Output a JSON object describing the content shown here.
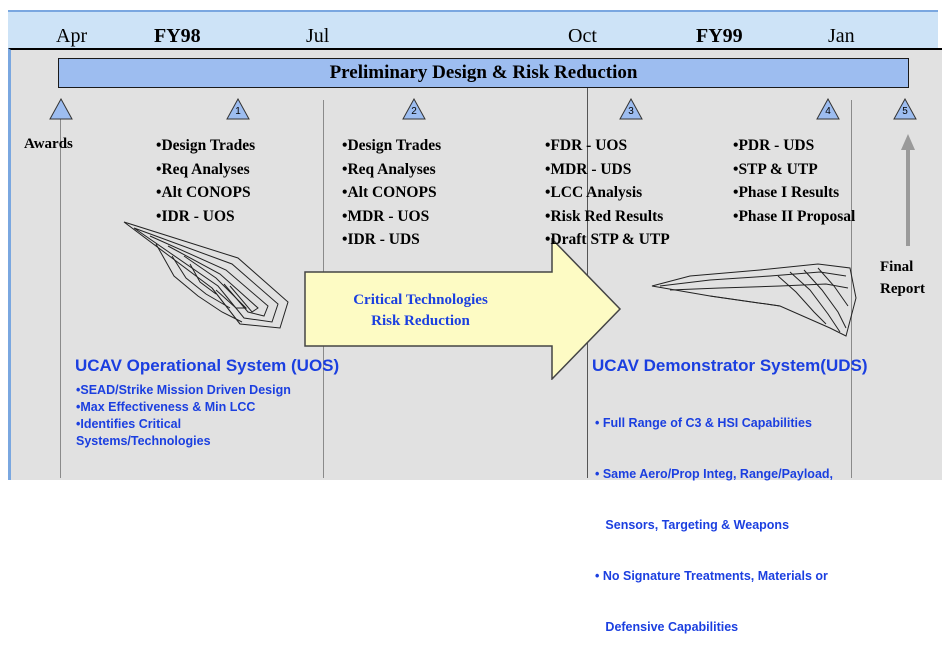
{
  "header": {
    "labels": [
      "Apr",
      "FY98",
      "Jul",
      "Oct",
      "FY99",
      "Jan"
    ]
  },
  "banner": {
    "title": "Preliminary Design & Risk Reduction"
  },
  "milestones": [
    "1",
    "2",
    "3",
    "4",
    "5"
  ],
  "awards_label": "Awards",
  "final_report": {
    "line1": "Final",
    "line2": "Report"
  },
  "columns": [
    {
      "items": [
        "Design Trades",
        "Req Analyses",
        "Alt CONOPS",
        "IDR - UOS"
      ]
    },
    {
      "items": [
        "Design Trades",
        "Req Analyses",
        "Alt CONOPS",
        "MDR - UOS",
        "IDR - UDS"
      ]
    },
    {
      "items": [
        "FDR - UOS",
        "MDR - UDS",
        "LCC Analysis",
        "Risk Red Results",
        "Draft STP & UTP"
      ]
    },
    {
      "items": [
        "PDR - UDS",
        "STP & UTP",
        "Phase I Results",
        "Phase II Proposal"
      ]
    }
  ],
  "arrow": {
    "line1": "Critical Technologies",
    "line2": "Risk Reduction"
  },
  "uos": {
    "title": "UCAV Operational System (UOS)",
    "items": [
      "•SEAD/Strike Mission Driven Design",
      "•Max Effectiveness & Min LCC",
      "•Identifies Critical",
      "Systems/Technologies"
    ]
  },
  "uds": {
    "title": "UCAV Demonstrator System(UDS)",
    "items": [
      "• Full Range of C3 & HSI Capabilities",
      "• Same Aero/Prop Integ, Range/Payload,",
      "   Sensors, Targeting & Weapons",
      "• No Signature Treatments, Materials or",
      "   Defensive Capabilities"
    ]
  },
  "colors": {
    "banner": "#9dbdf0",
    "milestone": "#9dbdf0",
    "arrow": "#fdfbc4",
    "text_blue": "#1b3fe0",
    "header": "#cde3f7"
  }
}
